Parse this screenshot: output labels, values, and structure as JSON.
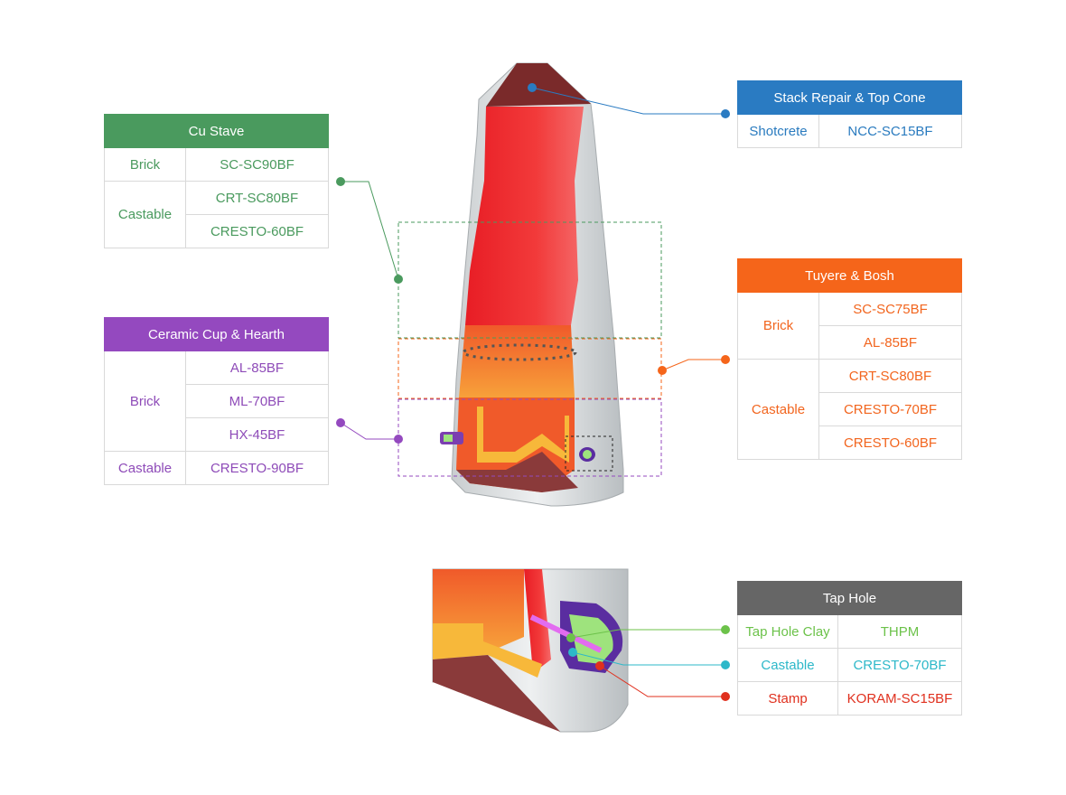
{
  "colors": {
    "green": "#4a9a5e",
    "purple": "#9449bf",
    "blue": "#2a7bc2",
    "orange": "#f5651a",
    "grey": "#666666",
    "lime": "#6cc24a",
    "cyan": "#2db8c9",
    "red": "#e0301e"
  },
  "cu_stave": {
    "title": "Cu Stave",
    "brick_label": "Brick",
    "brick_1": "SC-SC90BF",
    "castable_label": "Castable",
    "castable_1": "CRT-SC80BF",
    "castable_2": "CRESTO-60BF"
  },
  "ceramic": {
    "title": "Ceramic Cup & Hearth",
    "brick_label": "Brick",
    "brick_1": "AL-85BF",
    "brick_2": "ML-70BF",
    "brick_3": "HX-45BF",
    "castable_label": "Castable",
    "castable_1": "CRESTO-90BF"
  },
  "stack": {
    "title": "Stack Repair & Top Cone",
    "shotcrete_label": "Shotcrete",
    "shotcrete_1": "NCC-SC15BF"
  },
  "tuyere": {
    "title": "Tuyere & Bosh",
    "brick_label": "Brick",
    "brick_1": "SC-SC75BF",
    "brick_2": "AL-85BF",
    "castable_label": "Castable",
    "castable_1": "CRT-SC80BF",
    "castable_2": "CRESTO-70BF",
    "castable_3": "CRESTO-60BF"
  },
  "taphole": {
    "title": "Tap Hole",
    "clay_label": "Tap Hole Clay",
    "clay_1": "THPM",
    "castable_label": "Castable",
    "castable_1": "CRESTO-70BF",
    "stamp_label": "Stamp",
    "stamp_1": "KORAM-SC15BF"
  }
}
